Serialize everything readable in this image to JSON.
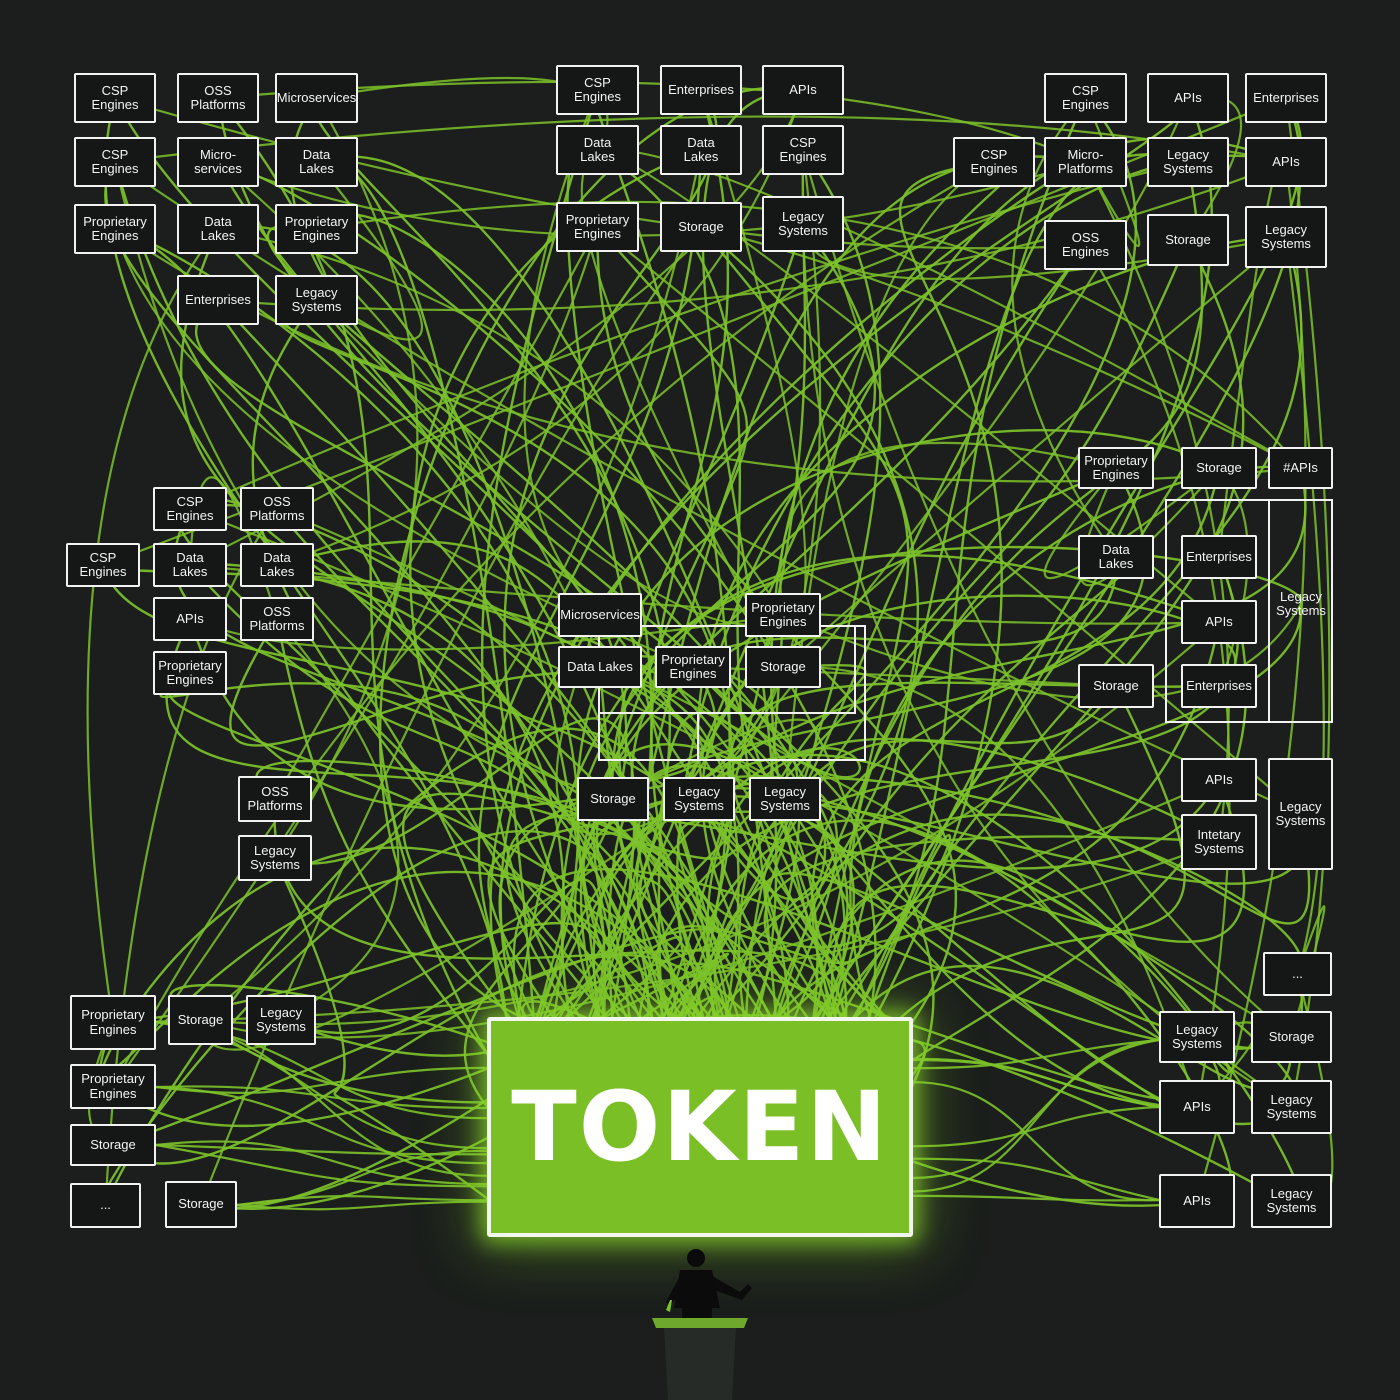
{
  "colors": {
    "background": "#1b1e1c",
    "wire": "#7cc22a",
    "token": "#7bbf26",
    "box_border": "#f2f2f2"
  },
  "token": {
    "label": "TOKEN"
  },
  "nodes": [
    "CSP\nEngines",
    "OSS\nPlatforms",
    "Microservices",
    "CSP\nEngines",
    "Micro-\nservices",
    "Data\nLakes",
    "Proprietary\nEngines",
    "Data\nLakes",
    "Proprietary\nEngines",
    "Enterprises",
    "Legacy\nSystems",
    "CSP\nEngines",
    "Enterprises",
    "APIs",
    "Data\nLakes",
    "Data\nLakes",
    "CSP\nEngines",
    "Proprietary\nEngines",
    "Storage",
    "Legacy\nSystems",
    "CSP\nEngines",
    "APIs",
    "Enterprises",
    "CSP\nEngines",
    "Micro-\nPlatforms",
    "Legacy\nSystems",
    "APIs",
    "OSS\nEngines",
    "Storage",
    "Legacy\nSystems",
    "CSP\nEngines",
    "CSP\nEngines",
    "OSS\nPlatforms",
    "Data\nLakes",
    "Data\nLakes",
    "APIs",
    "OSS\nPlatforms",
    "Proprietary\nEngines",
    "OSS\nPlatforms",
    "Legacy\nSystems",
    "Microservices",
    "Proprietary\nEngines",
    "Data Lakes",
    "Proprietary\nEngines",
    "Storage",
    "Storage",
    "Legacy\nSystems",
    "Legacy\nSystems",
    "Proprietary\nEngines",
    "Storage",
    "#APIs",
    "Data\nLakes",
    "Enterprises",
    "Legacy\nSystems",
    "APIs",
    "Storage",
    "Enterprises",
    "APIs",
    "Legacy\nSystems",
    "Intetary\nSystems",
    "...",
    "Legacy\nSystems",
    "Storage",
    "APIs",
    "Legacy\nSystems",
    "APIs",
    "Legacy\nSystems",
    "Proprietary\nEngines",
    "Storage",
    "Legacy\nSystems",
    "Proprietary\nEngines",
    "Storage",
    "...",
    "Storage"
  ]
}
